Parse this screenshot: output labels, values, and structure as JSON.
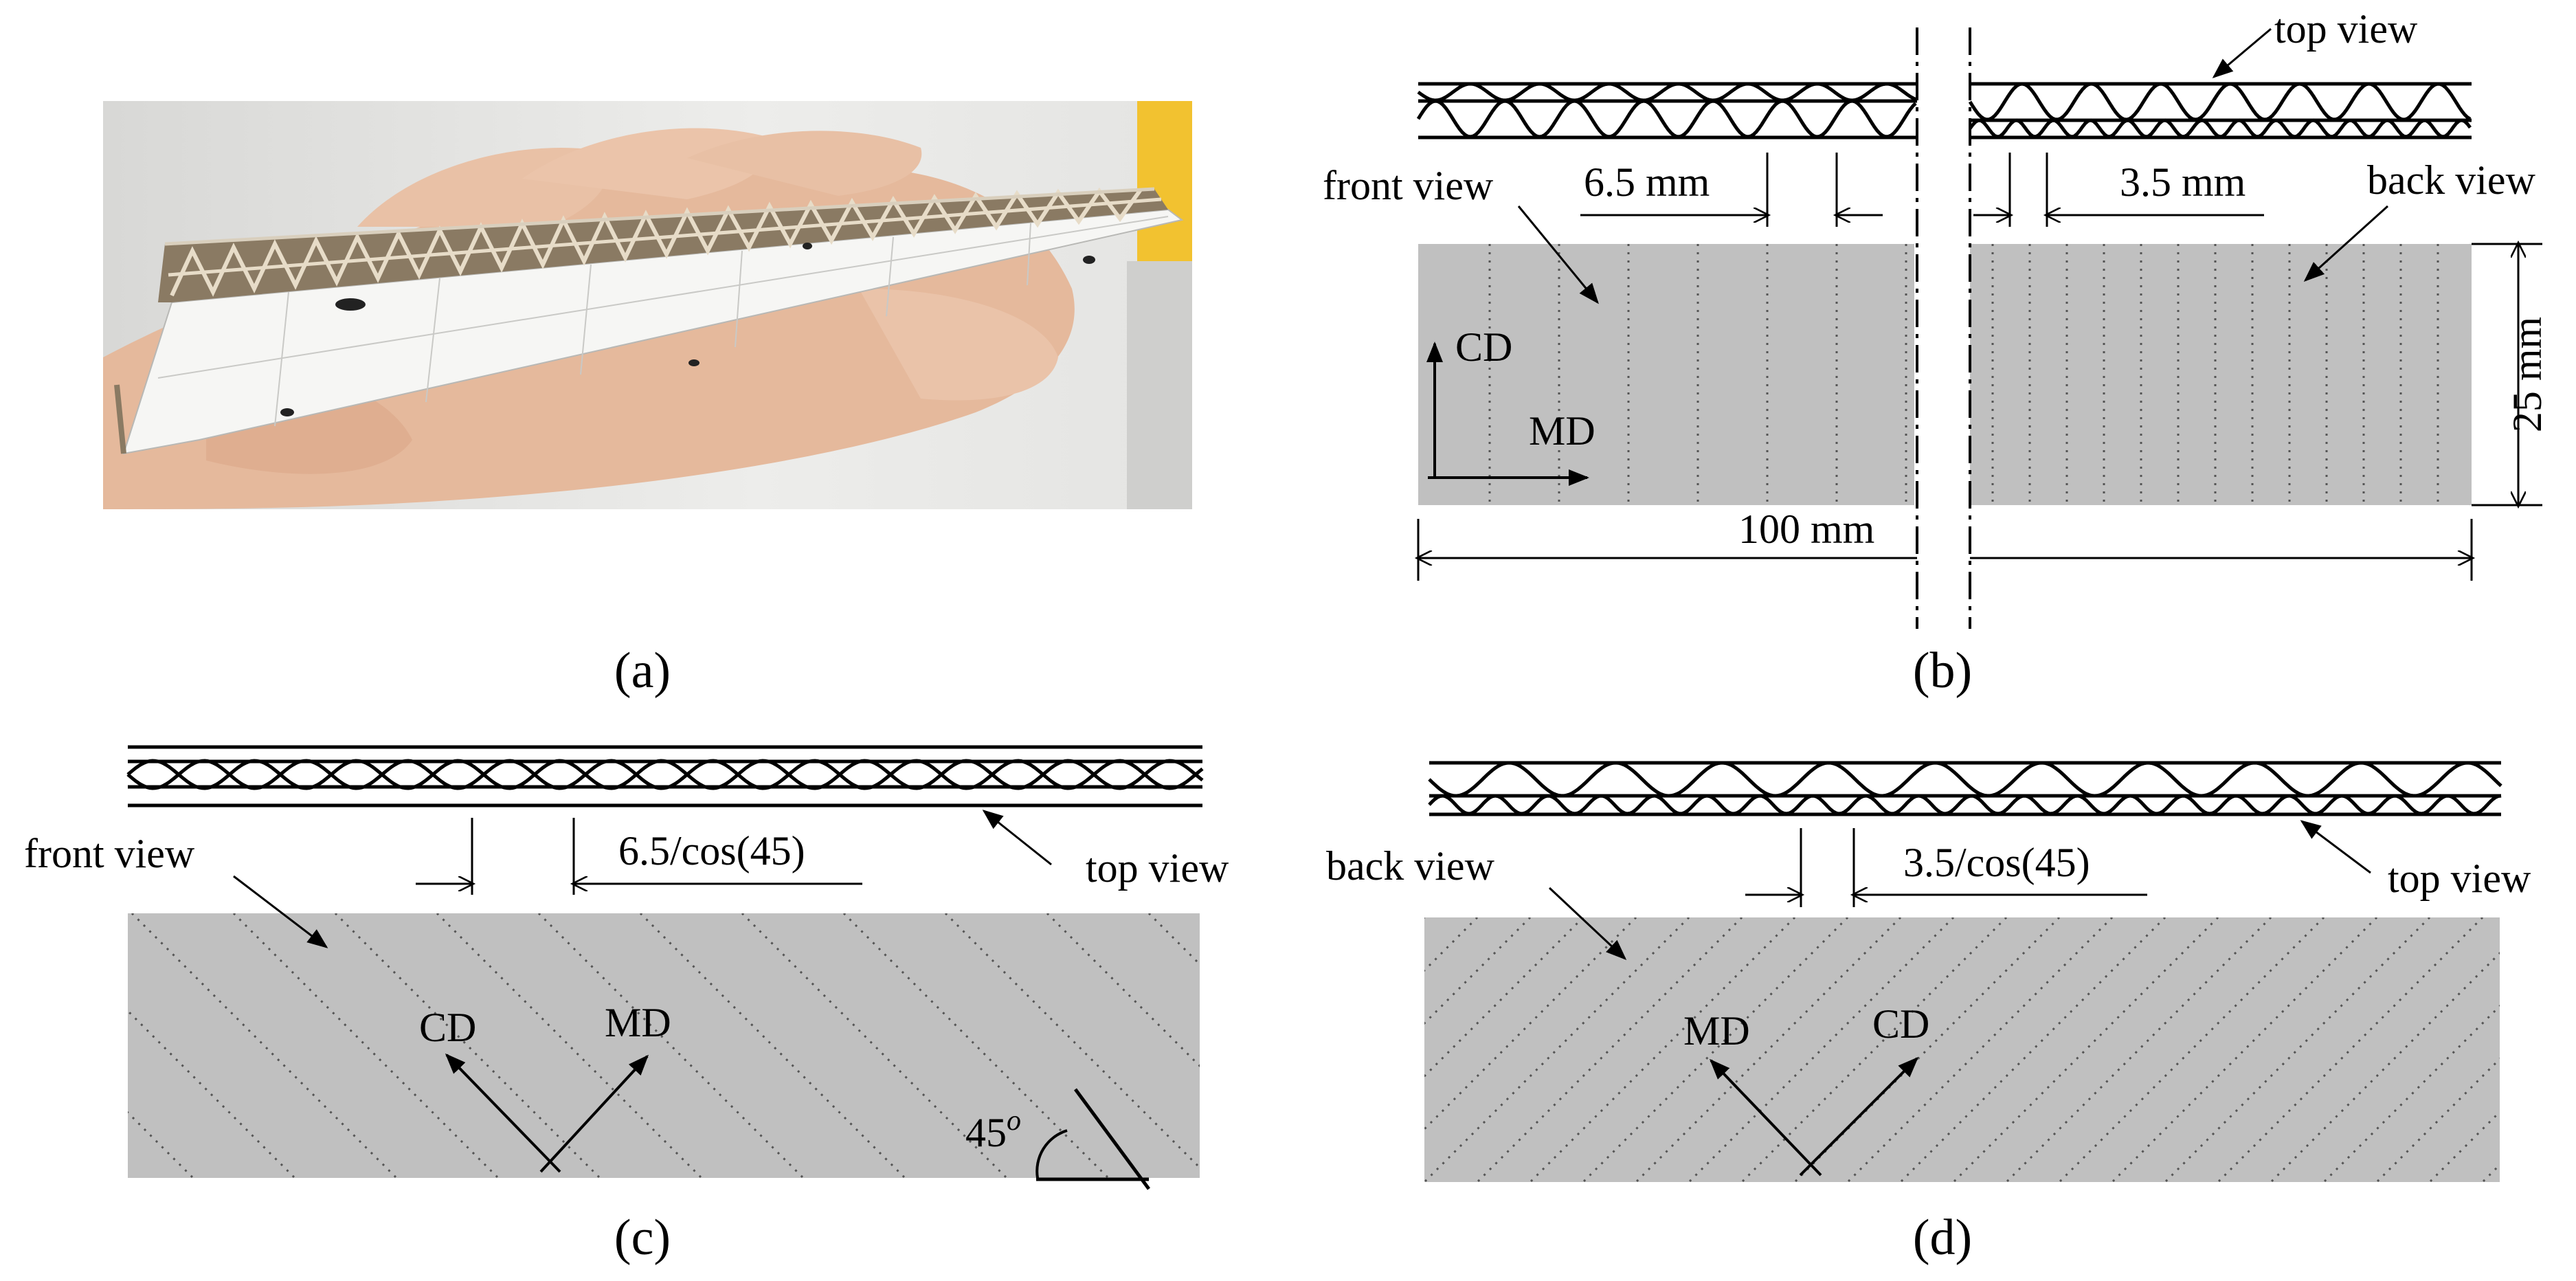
{
  "panels": {
    "a": {
      "label": "(a)"
    },
    "b": {
      "label": "(b)",
      "top_view": "top view",
      "front_view": "front view",
      "back_view": "back view",
      "dim_front_pitch": "6.5 mm",
      "dim_back_pitch": "3.5 mm",
      "dim_height": "25 mm",
      "dim_length": "100 mm",
      "axis_cd": "CD",
      "axis_md": "MD"
    },
    "c": {
      "label": "(c)",
      "front_view": "front view",
      "top_view": "top view",
      "dim_pitch": "6.5/cos(45)",
      "axis_cd": "CD",
      "axis_md": "MD",
      "angle": "45",
      "angle_sup": "o"
    },
    "d": {
      "label": "(d)",
      "back_view": "back view",
      "top_view": "top view",
      "dim_pitch": "3.5/cos(45)",
      "axis_md": "MD",
      "axis_cd": "CD"
    }
  },
  "colors": {
    "specimen_fill": "#c0c0c0",
    "line": "#000000",
    "dotted_line": "#555555",
    "photo_background": "#dcdcdc",
    "photo_hand": "#e6bba0",
    "photo_board": "#f5f5f3",
    "photo_flute": "#7a6a55",
    "photo_accent": "#f2c230"
  }
}
